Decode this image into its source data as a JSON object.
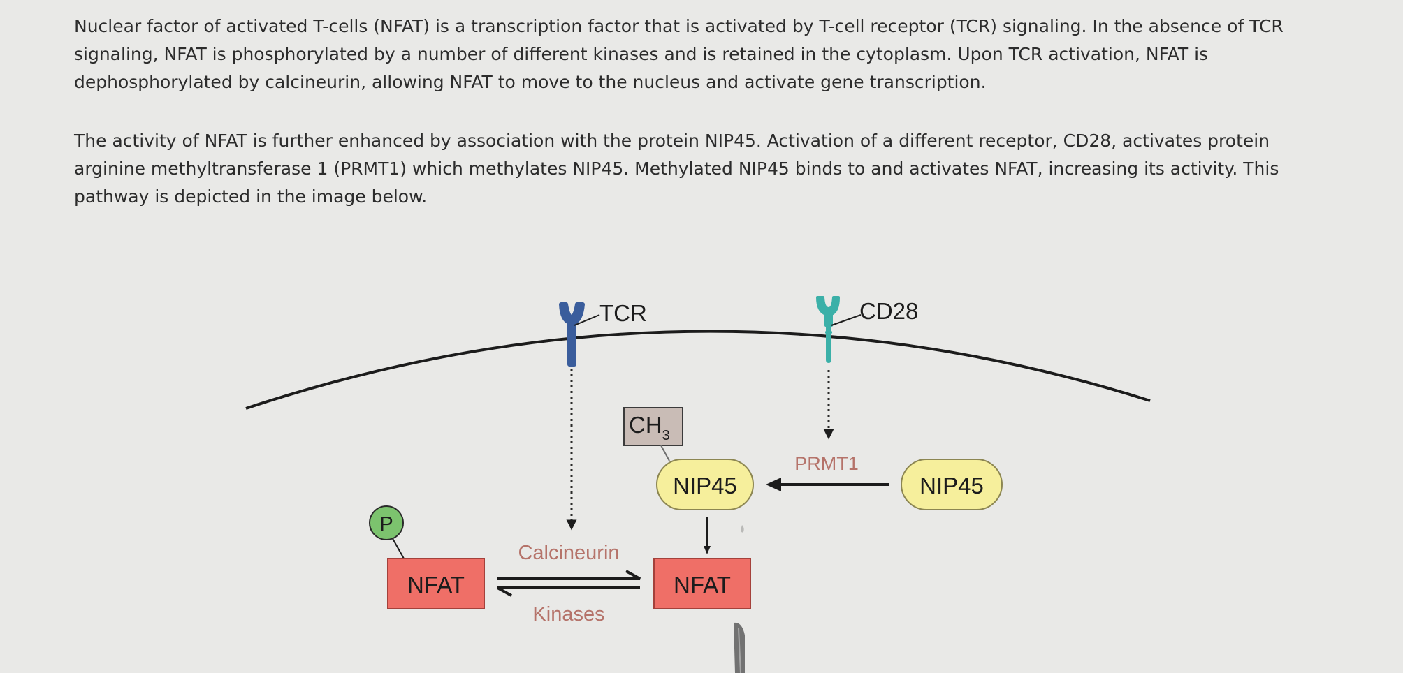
{
  "text": {
    "paragraph1": "Nuclear factor of activated T-cells (NFAT) is a transcription factor that is activated by T-cell receptor (TCR) signaling. In the absence of TCR signaling, NFAT is phosphorylated by a number of different kinases and is retained in the cytoplasm. Upon TCR activation, NFAT is dephosphorylated by calcineurin, allowing NFAT to move to the nucleus and activate gene transcription.",
    "paragraph2": "The activity of NFAT is further enhanced by association with the protein NIP45. Activation of a different receptor, CD28, activates protein arginine methyltransferase 1 (PRMT1) which methylates NIP45. Methylated NIP45 binds to and activates NFAT, increasing its activity. This pathway is depicted in the image below."
  },
  "diagram": {
    "tcr_label": "TCR",
    "cd28_label": "CD28",
    "ch3_label": "CH",
    "ch3_subscript": "3",
    "nip45_methylated_label": "NIP45",
    "nip45_free_label": "NIP45",
    "prmt1_label": "PRMT1",
    "phospho_label": "P",
    "nfat_phospho_label": "NFAT",
    "nfat_active_label": "NFAT",
    "calcineurin_label": "Calcineurin",
    "kinases_label": "Kinases"
  },
  "colors": {
    "tcr": "#3a5d9c",
    "cd28": "#3bb0a8",
    "nfat_box": "#ef6f67",
    "nip45_box": "#f6ef9c",
    "ch3_box": "#c9bcb6",
    "phospho_circle": "#7cc36e",
    "enzyme_text": "#b5736a"
  }
}
